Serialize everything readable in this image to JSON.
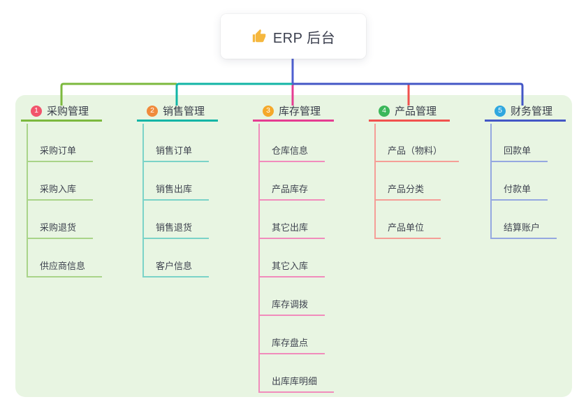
{
  "root": {
    "title": "ERP 后台",
    "icon": "thumbs-up-icon"
  },
  "branches": [
    {
      "badge": "1",
      "label": "采购管理",
      "badge_color": "#f2546c",
      "color": "#7cb93e",
      "light_color": "#a9d489",
      "children": [
        "采购订单",
        "采购入库",
        "采购退货",
        "供应商信息"
      ]
    },
    {
      "badge": "2",
      "label": "销售管理",
      "badge_color": "#f08a3c",
      "color": "#12b5a6",
      "light_color": "#7bd3c8",
      "children": [
        "销售订单",
        "销售出库",
        "销售退货",
        "客户信息"
      ]
    },
    {
      "badge": "3",
      "label": "库存管理",
      "badge_color": "#f5a82a",
      "color": "#e53d92",
      "light_color": "#f18cbc",
      "children": [
        "仓库信息",
        "产品库存",
        "其它出库",
        "其它入库",
        "库存调拨",
        "库存盘点",
        "出库库明细"
      ]
    },
    {
      "badge": "4",
      "label": "产品管理",
      "badge_color": "#3bb75a",
      "color": "#f1524e",
      "light_color": "#f59e97",
      "children": [
        "产品（物料）",
        "产品分类",
        "产品单位"
      ]
    },
    {
      "badge": "5",
      "label": "财务管理",
      "badge_color": "#2fa7df",
      "color": "#4457c6",
      "light_color": "#95a8e0",
      "children": [
        "回款单",
        "付款单",
        "结算账户"
      ]
    }
  ],
  "colors": {
    "panel_bg": "#e8f5e2",
    "root_line": "#4e5fd1",
    "thumb": "#f5b73e"
  }
}
